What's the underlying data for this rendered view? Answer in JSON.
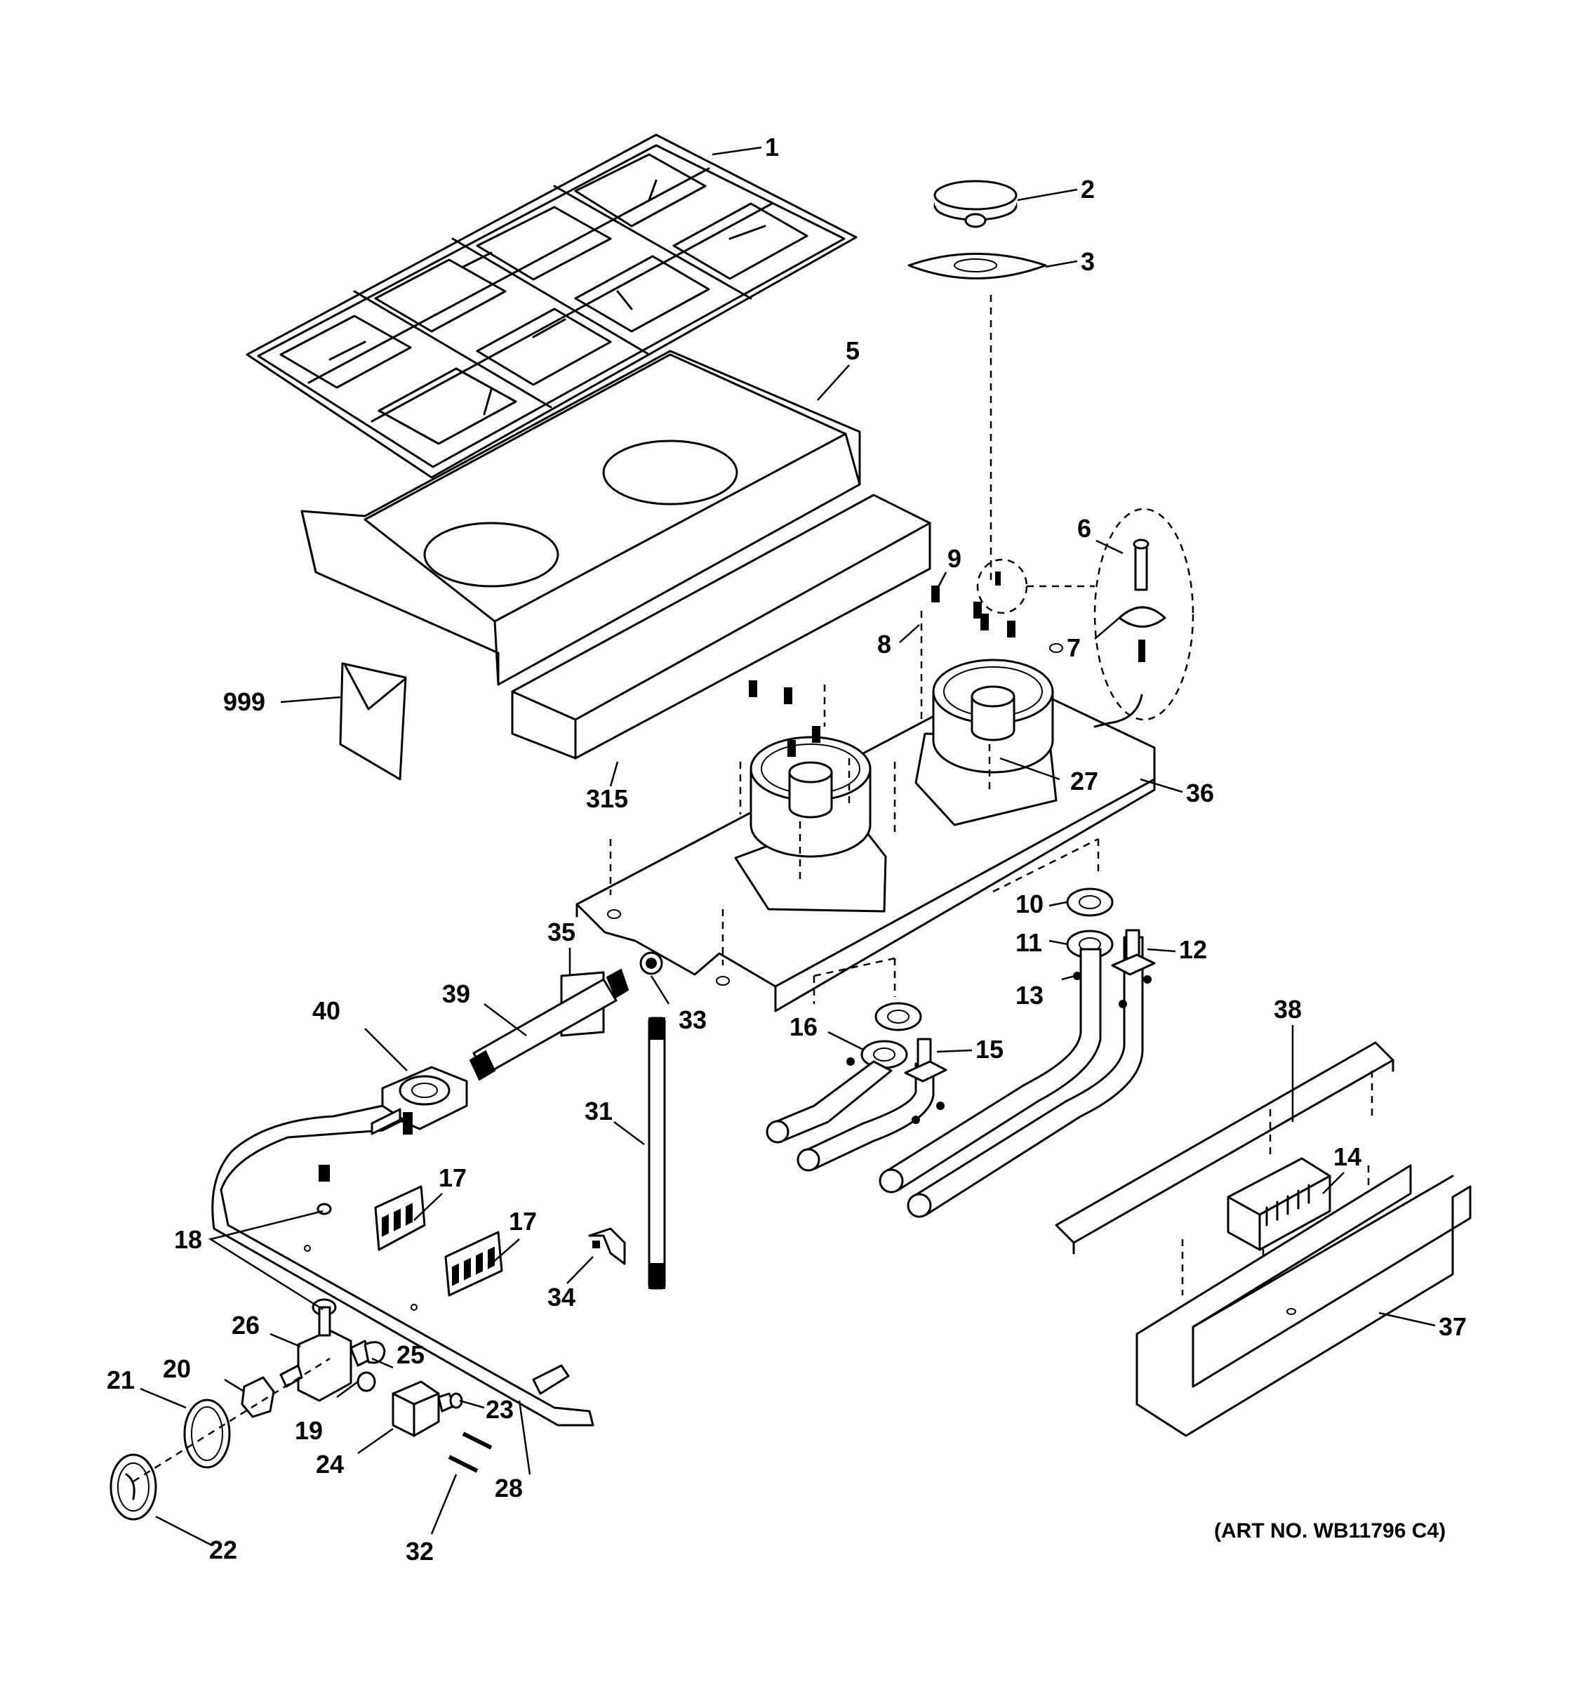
{
  "diagram": {
    "art_number": "(ART NO. WB11796 C4)",
    "callouts": [
      {
        "id": "c1",
        "text": "1"
      },
      {
        "id": "c2",
        "text": "2"
      },
      {
        "id": "c3",
        "text": "3"
      },
      {
        "id": "c5",
        "text": "5"
      },
      {
        "id": "c6",
        "text": "6"
      },
      {
        "id": "c7",
        "text": "7"
      },
      {
        "id": "c8",
        "text": "8"
      },
      {
        "id": "c9",
        "text": "9"
      },
      {
        "id": "c10",
        "text": "10"
      },
      {
        "id": "c11",
        "text": "11"
      },
      {
        "id": "c12",
        "text": "12"
      },
      {
        "id": "c13",
        "text": "13"
      },
      {
        "id": "c14",
        "text": "14"
      },
      {
        "id": "c15",
        "text": "15"
      },
      {
        "id": "c16",
        "text": "16"
      },
      {
        "id": "c17a",
        "text": "17"
      },
      {
        "id": "c17b",
        "text": "17"
      },
      {
        "id": "c18",
        "text": "18"
      },
      {
        "id": "c19",
        "text": "19"
      },
      {
        "id": "c20",
        "text": "20"
      },
      {
        "id": "c21",
        "text": "21"
      },
      {
        "id": "c22",
        "text": "22"
      },
      {
        "id": "c23",
        "text": "23"
      },
      {
        "id": "c24",
        "text": "24"
      },
      {
        "id": "c25",
        "text": "25"
      },
      {
        "id": "c26",
        "text": "26"
      },
      {
        "id": "c27",
        "text": "27"
      },
      {
        "id": "c28",
        "text": "28"
      },
      {
        "id": "c31",
        "text": "31"
      },
      {
        "id": "c32",
        "text": "32"
      },
      {
        "id": "c33",
        "text": "33"
      },
      {
        "id": "c34",
        "text": "34"
      },
      {
        "id": "c35",
        "text": "35"
      },
      {
        "id": "c36",
        "text": "36"
      },
      {
        "id": "c37",
        "text": "37"
      },
      {
        "id": "c38",
        "text": "38"
      },
      {
        "id": "c39",
        "text": "39"
      },
      {
        "id": "c40",
        "text": "40"
      },
      {
        "id": "c315",
        "text": "315"
      },
      {
        "id": "c999",
        "text": "999"
      }
    ]
  }
}
